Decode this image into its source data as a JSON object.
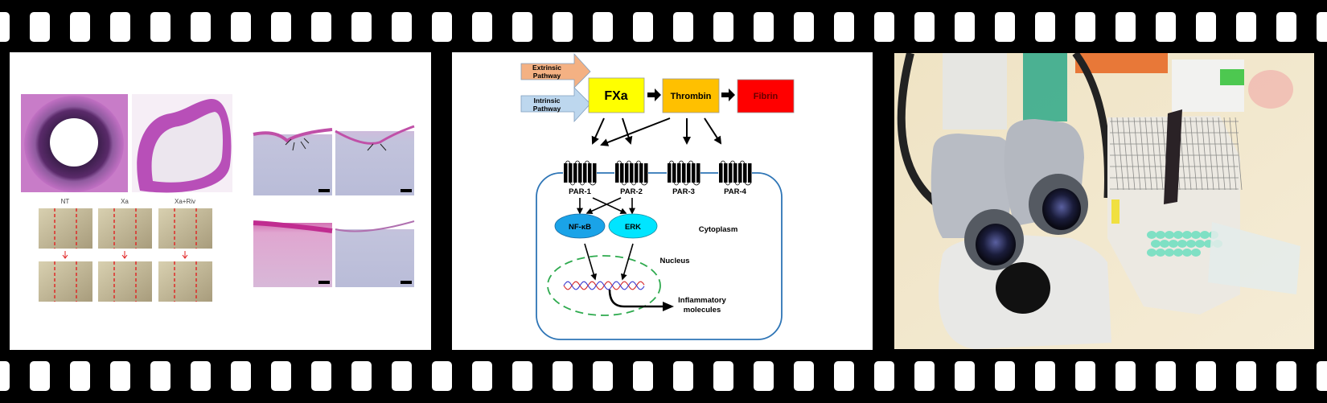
{
  "filmstrip": {
    "hole_count_per_row": 34,
    "frames": [
      {
        "id": "histology",
        "description": "Histology and scratch-assay figure panels",
        "assay_labels": [
          "NT",
          "Xa",
          "Xa+Riv"
        ]
      },
      {
        "id": "pathway",
        "description": "Coagulation factor Xa / PAR signaling diagram",
        "inputs": [
          {
            "label": "Extrinsic Pathway",
            "line1": "Extrinsic",
            "line2": "Pathway",
            "color": "#f4b183"
          },
          {
            "label": "Intrinsic Pathway",
            "line1": "Intrinsic",
            "line2": "Pathway",
            "color": "#bdd7ee"
          }
        ],
        "cascade": [
          {
            "label": "FXa",
            "color": "#ffff00"
          },
          {
            "label": "Thrombin",
            "color": "#ffc000"
          },
          {
            "label": "Fibrin",
            "color": "#ff0000"
          }
        ],
        "receptors": [
          "PAR-1",
          "PAR-2",
          "PAR-3",
          "PAR-4"
        ],
        "kinases": [
          {
            "label": "NF-κB",
            "color": "#1aa3e8"
          },
          {
            "label": "ERK",
            "color": "#00e5ff"
          }
        ],
        "compartments": {
          "cytoplasm": "Cytoplasm",
          "nucleus": "Nucleus"
        },
        "output": {
          "line1": "Inflammatory",
          "line2": "molecules"
        },
        "colors": {
          "membrane": "#2e75b6",
          "nucleus": "#2eaa4e",
          "dna_a": "#d62728",
          "dna_b": "#3a3ad0"
        }
      },
      {
        "id": "lab-photo",
        "description": "Stereo microscope beside a mouse cage"
      }
    ]
  }
}
